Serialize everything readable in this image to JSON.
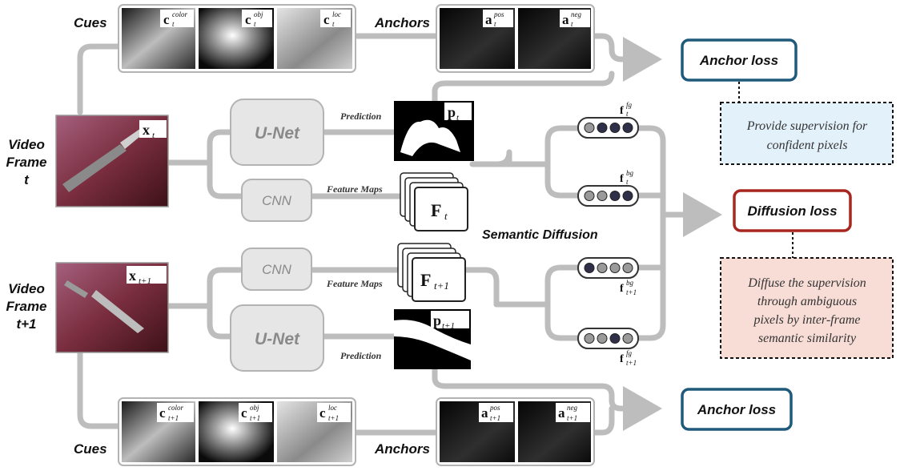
{
  "labels": {
    "cues": "Cues",
    "anchors": "Anchors",
    "prediction": "Prediction",
    "feature_maps": "Feature Maps",
    "semantic_diffusion": "Semantic Diffusion",
    "unet": "U-Net",
    "cnn": "CNN",
    "video": "Video",
    "frame": "Frame",
    "t": "t",
    "t1": "t+1"
  },
  "math": {
    "x": "x",
    "p": "p",
    "F": "F",
    "f": "f",
    "c": "c",
    "a": "a",
    "sub_t": "t",
    "sub_t1": "t+1",
    "color": "color",
    "obj": "obj",
    "loc": "loc",
    "pos": "pos",
    "neg": "neg",
    "fg": "fg",
    "bg": "bg"
  },
  "losses": {
    "anchor": "Anchor loss",
    "diffusion": "Diffusion loss"
  },
  "notes": {
    "anchor_lines": [
      "Provide supervision for",
      "confident pixels"
    ],
    "diffusion_lines": [
      "Diffuse the supervision",
      "through ambiguous",
      "pixels by inter-frame",
      "semantic similarity"
    ]
  },
  "colors": {
    "connector": "#bdbdbd",
    "anchor_loss_border": "#1f5a7a",
    "diffusion_loss_border": "#a8261f",
    "anchor_note_bg": "#e3f1fb",
    "diffusion_note_bg": "#f8ddd7"
  },
  "icons": {
    "thumbnails": "photo-thumbnail"
  }
}
